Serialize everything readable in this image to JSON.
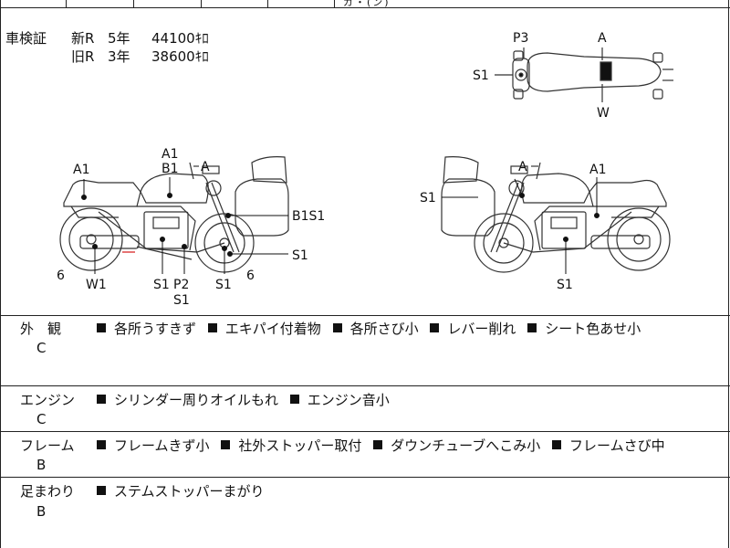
{
  "top_strip": {
    "mark": "ガ・(ン)"
  },
  "shaken": {
    "label": "車検証",
    "rows": [
      {
        "type": "新R",
        "years": "5年",
        "price": "44100ｷﾛ"
      },
      {
        "type": "旧R",
        "years": "3年",
        "price": "38600ｷﾛ"
      }
    ]
  },
  "diagram": {
    "labels": {
      "top_p3": "P3",
      "top_a": "A",
      "top_s1": "S1",
      "top_w": "W",
      "left_a1_top": "A1",
      "left_b1_top": "B1",
      "left_a": "A",
      "left_a1": "A1",
      "left_b1s1": "B1S1",
      "left_s1_right": "S1",
      "left_6_left": "6",
      "left_w1": "W1",
      "left_s1_a": "S1",
      "left_p2": "P2",
      "left_s1_b": "S1",
      "left_s1_c": "S1",
      "left_6_right": "6",
      "right_a": "A",
      "right_a1": "A1",
      "right_s1_left": "S1",
      "right_s1_bottom": "S1"
    }
  },
  "sections": [
    {
      "name": "外　観",
      "grade": "C",
      "notes": [
        "各所うすきず",
        "エキパイ付着物",
        "各所さび小",
        "レバー削れ",
        "シート色あせ小"
      ]
    },
    {
      "name": "エンジン",
      "grade": "C",
      "notes": [
        "シリンダー周りオイルもれ",
        "エンジン音小"
      ]
    },
    {
      "name": "フレーム",
      "grade": "B",
      "notes": [
        "フレームきず小",
        "社外ストッパー取付",
        "ダウンチューブへこみ小",
        "フレームさび中"
      ]
    },
    {
      "name": "足まわり",
      "grade": "B",
      "notes": [
        "ステムストッパーまがり"
      ]
    }
  ]
}
